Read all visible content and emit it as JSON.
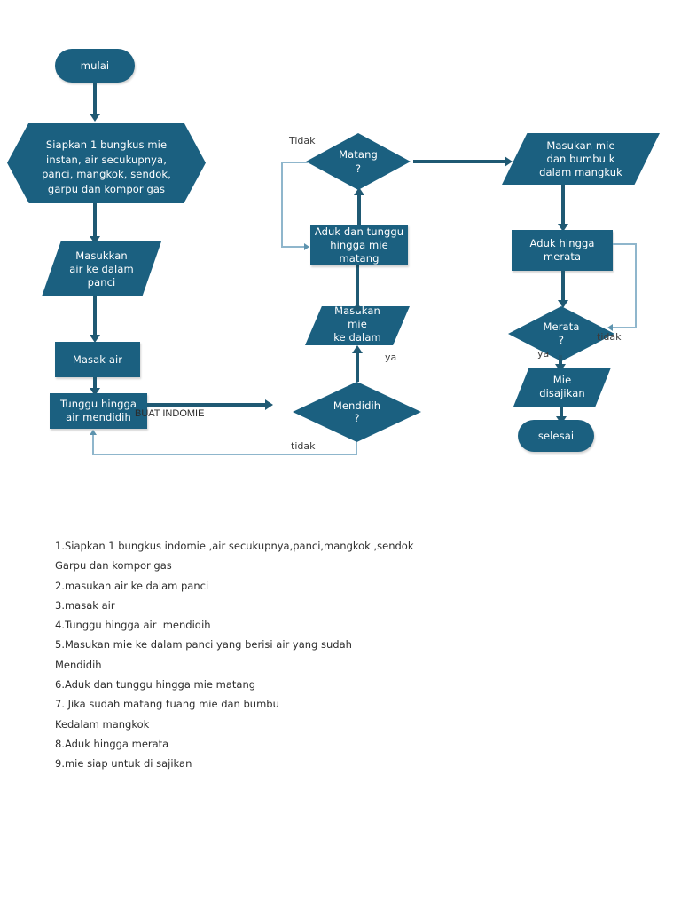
{
  "document": {
    "title_fragment": "BUAT INDOMIE",
    "accent_color": "#1b6080",
    "connector_color": "#1f5973",
    "feedback_connector_color": "#8fb6cc"
  },
  "flowchart": {
    "nodes": {
      "start": {
        "label": "mulai",
        "shape": "terminator"
      },
      "prepare": {
        "label": "Siapkan 1 bungkus mie instan, air secukupnya, panci, mangkok, sendok, garpu dan kompor gas",
        "shape": "preparation"
      },
      "pour_water": {
        "label": "Masukkan\nair ke dalam\npanci",
        "shape": "data"
      },
      "boil_water": {
        "label": "Masak air",
        "shape": "process"
      },
      "wait_boil": {
        "label": "Tunggu hingga\nair mendidih",
        "shape": "process"
      },
      "is_boiling": {
        "label": "Mendidih\n?",
        "shape": "decision"
      },
      "insert_noodle": {
        "label": "Masukan\nmie\nke dalam",
        "shape": "data"
      },
      "stir_wait": {
        "label": "Aduk dan tunggu\nhingga mie\nmatang",
        "shape": "process"
      },
      "is_cooked": {
        "label": "Matang\n?",
        "shape": "decision"
      },
      "into_bowl": {
        "label": "Masukan mie\ndan bumbu k\ndalam mangkuk",
        "shape": "data"
      },
      "stir_even": {
        "label": "Aduk hingga\nmerata",
        "shape": "process"
      },
      "is_even": {
        "label": "Merata\n?",
        "shape": "decision"
      },
      "serve": {
        "label": "Mie\ndisajikan",
        "shape": "data"
      },
      "end": {
        "label": "selesai",
        "shape": "terminator"
      }
    },
    "edge_labels": {
      "boiling_no": "tidak",
      "boiling_yes": "ya",
      "cooked_no": "Tidak",
      "even_yes": "ya",
      "even_no": "tidak"
    }
  },
  "steps": [
    "1.Siapkan 1 bungkus indomie ,air secukupnya,panci,mangkok ,sendok",
    "Garpu dan kompor gas",
    "2.masukan air ke dalam panci",
    "3.masak air",
    "4.Tunggu hingga air  mendidih",
    "5.Masukan mie ke dalam panci yang berisi air yang sudah",
    "Mendidih",
    "6.Aduk dan tunggu hingga mie matang",
    "7. Jika sudah matang tuang mie dan bumbu",
    "Kedalam mangkok",
    "8.Aduk hingga merata",
    "9.mie siap untuk di sajikan"
  ]
}
